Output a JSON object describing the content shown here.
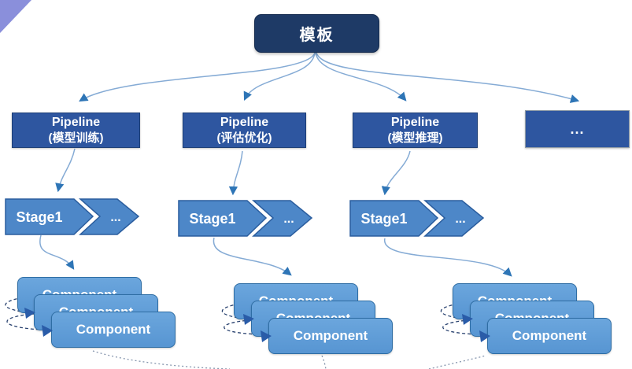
{
  "diagram": {
    "root": {
      "label": "模板"
    },
    "pipelines": [
      {
        "label": "Pipeline",
        "sublabel": "(模型训练)"
      },
      {
        "label": "Pipeline",
        "sublabel": "(评估优化)"
      },
      {
        "label": "Pipeline",
        "sublabel": "(模型推理)"
      },
      {
        "label": "...",
        "sublabel": ""
      }
    ],
    "stages": [
      {
        "label": "Stage1",
        "ellipsis": "..."
      },
      {
        "label": "Stage1",
        "ellipsis": "..."
      },
      {
        "label": "Stage1",
        "ellipsis": "..."
      }
    ],
    "component_stacks": [
      {
        "cards": [
          {
            "label": "Component"
          },
          {
            "label": "Component"
          },
          {
            "label": "Component"
          }
        ]
      },
      {
        "cards": [
          {
            "label": "Component"
          },
          {
            "label": "Component"
          },
          {
            "label": "Component"
          }
        ]
      },
      {
        "cards": [
          {
            "label": "Component"
          },
          {
            "label": "Component"
          },
          {
            "label": "Component"
          }
        ]
      }
    ],
    "colors": {
      "root_fill": "#1e3a66",
      "pipeline_fill": "#2e56a0",
      "stage_fill": "#4d87c8",
      "component_fill": "#5b9bd5",
      "connector": "#85abd5",
      "arrowhead": "#2e75b6",
      "loop_dash": "#27406e",
      "corner_accent": "#8a8fdb"
    }
  }
}
